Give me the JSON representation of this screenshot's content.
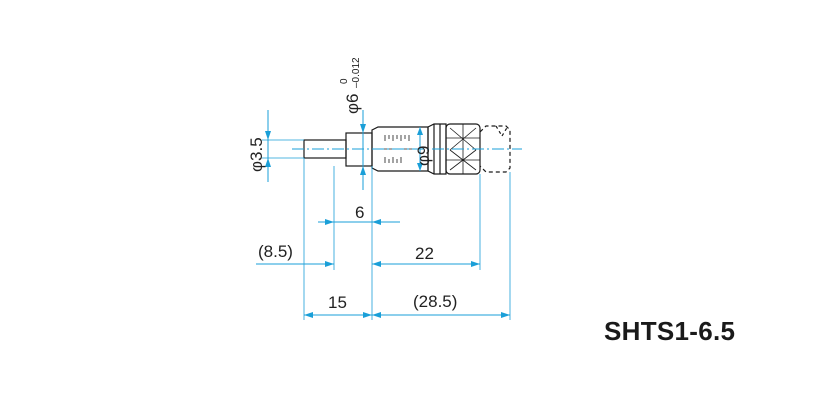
{
  "model": "SHTS1-6.5",
  "dimensions": {
    "spindle_dia": "φ3.5",
    "sleeve_dia_main": "φ6",
    "sleeve_dia_tol_upper": "0",
    "sleeve_dia_tol_lower": "–0.012",
    "thimble_dia": "φ9",
    "sleeve_length": "6",
    "spindle_length": "(8.5)",
    "body_length": "22",
    "mount_length": "15",
    "total_length": "(28.5)"
  },
  "colors": {
    "line": "#1a1a1a",
    "dimension": "#1a9fd8"
  }
}
